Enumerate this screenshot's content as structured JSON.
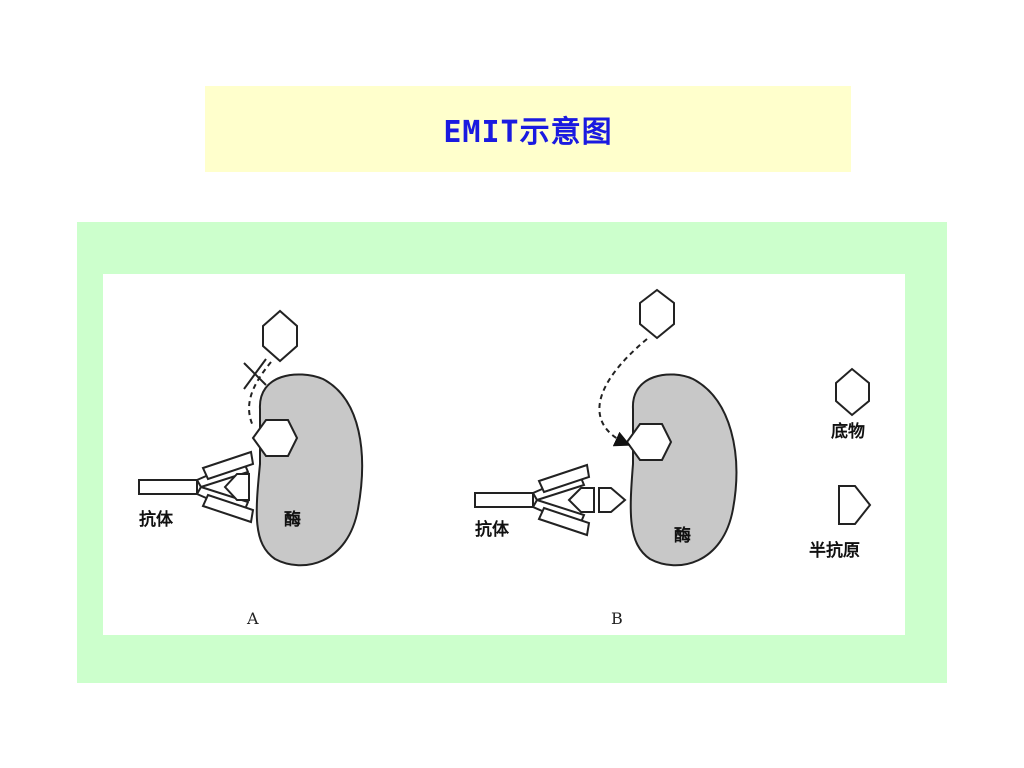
{
  "title": "EMIT示意图",
  "diagram": {
    "panel_a": {
      "antibody_label": "抗体",
      "enzyme_label": "酶",
      "caption": "A"
    },
    "panel_b": {
      "antibody_label": "抗体",
      "enzyme_label": "酶",
      "caption": "B"
    },
    "legend": {
      "substrate_label": "底物",
      "hapten_label": "半抗原"
    }
  },
  "colors": {
    "banner_bg": "#ffffcc",
    "title_color": "#1a1ae0",
    "frame_bg": "#ccffcc",
    "enzyme_fill": "#c8c8c8"
  }
}
